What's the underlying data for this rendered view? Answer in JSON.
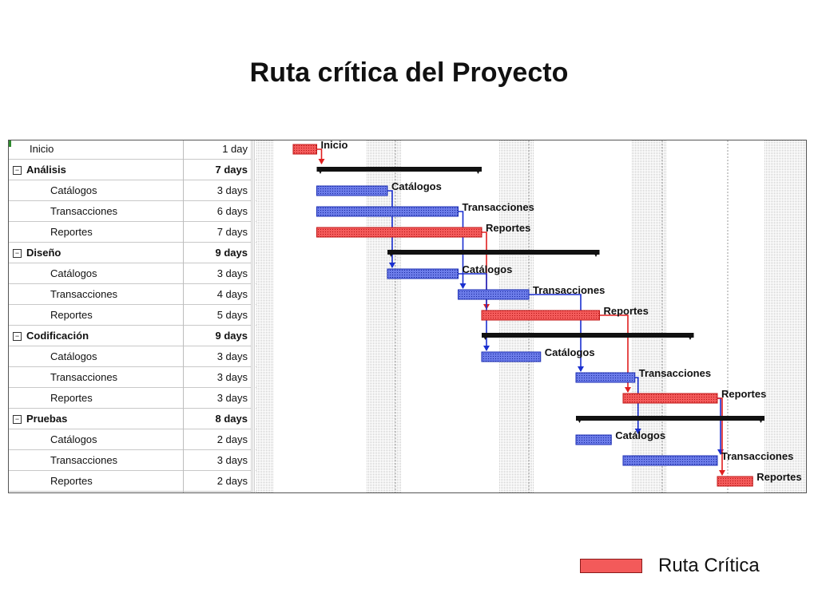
{
  "title": "Ruta crítica del Proyecto",
  "colors": {
    "critical_fill": "#f35a5a",
    "critical_border": "#c01818",
    "normal_fill": "#6b7be8",
    "normal_border": "#1c2fb5",
    "summary": "#111111",
    "critical_link": "#e02020",
    "normal_link": "#1a2fd0"
  },
  "legend": {
    "label": "Ruta Crítica"
  },
  "chart_data": {
    "type": "gantt",
    "unit": "days",
    "tasks": [
      {
        "name": "Inicio",
        "duration": "1 day",
        "start": 0,
        "days": 1,
        "level": 0,
        "summary": false,
        "critical": true,
        "bar_label": "Inicio"
      },
      {
        "name": "Análisis",
        "duration": "7 days",
        "start": 1,
        "days": 7,
        "level": 0,
        "summary": true,
        "critical": false,
        "bar_label": ""
      },
      {
        "name": "Catálogos",
        "duration": "3 days",
        "start": 1,
        "days": 3,
        "level": 1,
        "summary": false,
        "critical": false,
        "bar_label": "Catálogos"
      },
      {
        "name": "Transacciones",
        "duration": "6 days",
        "start": 1,
        "days": 6,
        "level": 1,
        "summary": false,
        "critical": false,
        "bar_label": "Transacciones"
      },
      {
        "name": "Reportes",
        "duration": "7 days",
        "start": 1,
        "days": 7,
        "level": 1,
        "summary": false,
        "critical": true,
        "bar_label": "Reportes"
      },
      {
        "name": "Diseño",
        "duration": "9 days",
        "start": 4,
        "days": 9,
        "level": 0,
        "summary": true,
        "critical": false,
        "bar_label": ""
      },
      {
        "name": "Catálogos",
        "duration": "3 days",
        "start": 4,
        "days": 3,
        "level": 1,
        "summary": false,
        "critical": false,
        "bar_label": "Catálogos"
      },
      {
        "name": "Transacciones",
        "duration": "4 days",
        "start": 7,
        "days": 3,
        "level": 1,
        "summary": false,
        "critical": false,
        "bar_label": "Transacciones"
      },
      {
        "name": "Reportes",
        "duration": "5 days",
        "start": 8,
        "days": 5,
        "level": 1,
        "summary": false,
        "critical": true,
        "bar_label": "Reportes"
      },
      {
        "name": "Codificación",
        "duration": "9 days",
        "start": 8,
        "days": 9,
        "level": 0,
        "summary": true,
        "critical": false,
        "bar_label": ""
      },
      {
        "name": "Catálogos",
        "duration": "3 days",
        "start": 8,
        "days": 2.5,
        "level": 1,
        "summary": false,
        "critical": false,
        "bar_label": "Catálogos"
      },
      {
        "name": "Transacciones",
        "duration": "3 days",
        "start": 12,
        "days": 2.5,
        "level": 1,
        "summary": false,
        "critical": false,
        "bar_label": "Transacciones"
      },
      {
        "name": "Reportes",
        "duration": "3 days",
        "start": 14,
        "days": 4,
        "level": 1,
        "summary": false,
        "critical": true,
        "bar_label": "Reportes"
      },
      {
        "name": "Pruebas",
        "duration": "8 days",
        "start": 12,
        "days": 8,
        "level": 0,
        "summary": true,
        "critical": false,
        "bar_label": ""
      },
      {
        "name": "Catálogos",
        "duration": "2 days",
        "start": 12,
        "days": 1.5,
        "level": 1,
        "summary": false,
        "critical": false,
        "bar_label": "Catálogos"
      },
      {
        "name": "Transacciones",
        "duration": "3 days",
        "start": 14,
        "days": 4,
        "level": 1,
        "summary": false,
        "critical": false,
        "bar_label": "Transacciones"
      },
      {
        "name": "Reportes",
        "duration": "2 days",
        "start": 18,
        "days": 1.5,
        "level": 1,
        "summary": false,
        "critical": true,
        "bar_label": "Reportes"
      }
    ],
    "links": [
      {
        "from": 0,
        "to": 1,
        "critical": true
      },
      {
        "from": 2,
        "to": 6,
        "critical": false
      },
      {
        "from": 3,
        "to": 7,
        "critical": false
      },
      {
        "from": 4,
        "to": 8,
        "critical": true
      },
      {
        "from": 6,
        "to": 10,
        "critical": false
      },
      {
        "from": 7,
        "to": 11,
        "critical": false
      },
      {
        "from": 8,
        "to": 12,
        "critical": true
      },
      {
        "from": 11,
        "to": 14,
        "critical": false
      },
      {
        "from": 12,
        "to": 15,
        "critical": false
      },
      {
        "from": 12,
        "to": 16,
        "critical": true
      }
    ],
    "grid": true
  }
}
